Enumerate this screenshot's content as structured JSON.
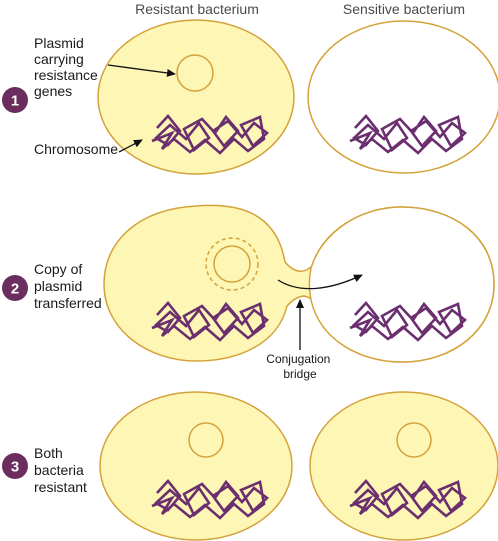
{
  "headers": {
    "left": "Resistant bacterium",
    "right": "Sensitive bacterium"
  },
  "steps": [
    {
      "number": "1",
      "label_lines": [
        "Plasmid",
        "carrying",
        "resistance",
        "genes"
      ],
      "chromosome_label": "Chromosome"
    },
    {
      "number": "2",
      "label_lines": [
        "Copy of",
        "plasmid",
        "transferred"
      ],
      "bridge_label_lines": [
        "Conjugation",
        "bridge"
      ]
    },
    {
      "number": "3",
      "label_lines": [
        "Both",
        "bacteria",
        "resistant"
      ]
    }
  ],
  "colors": {
    "cell_fill": "#fdf6b4",
    "cell_stroke": "#d4a23a",
    "chromosome": "#6b2f6f",
    "step_badge": "#6a2d5e",
    "arrow": "#111111"
  }
}
